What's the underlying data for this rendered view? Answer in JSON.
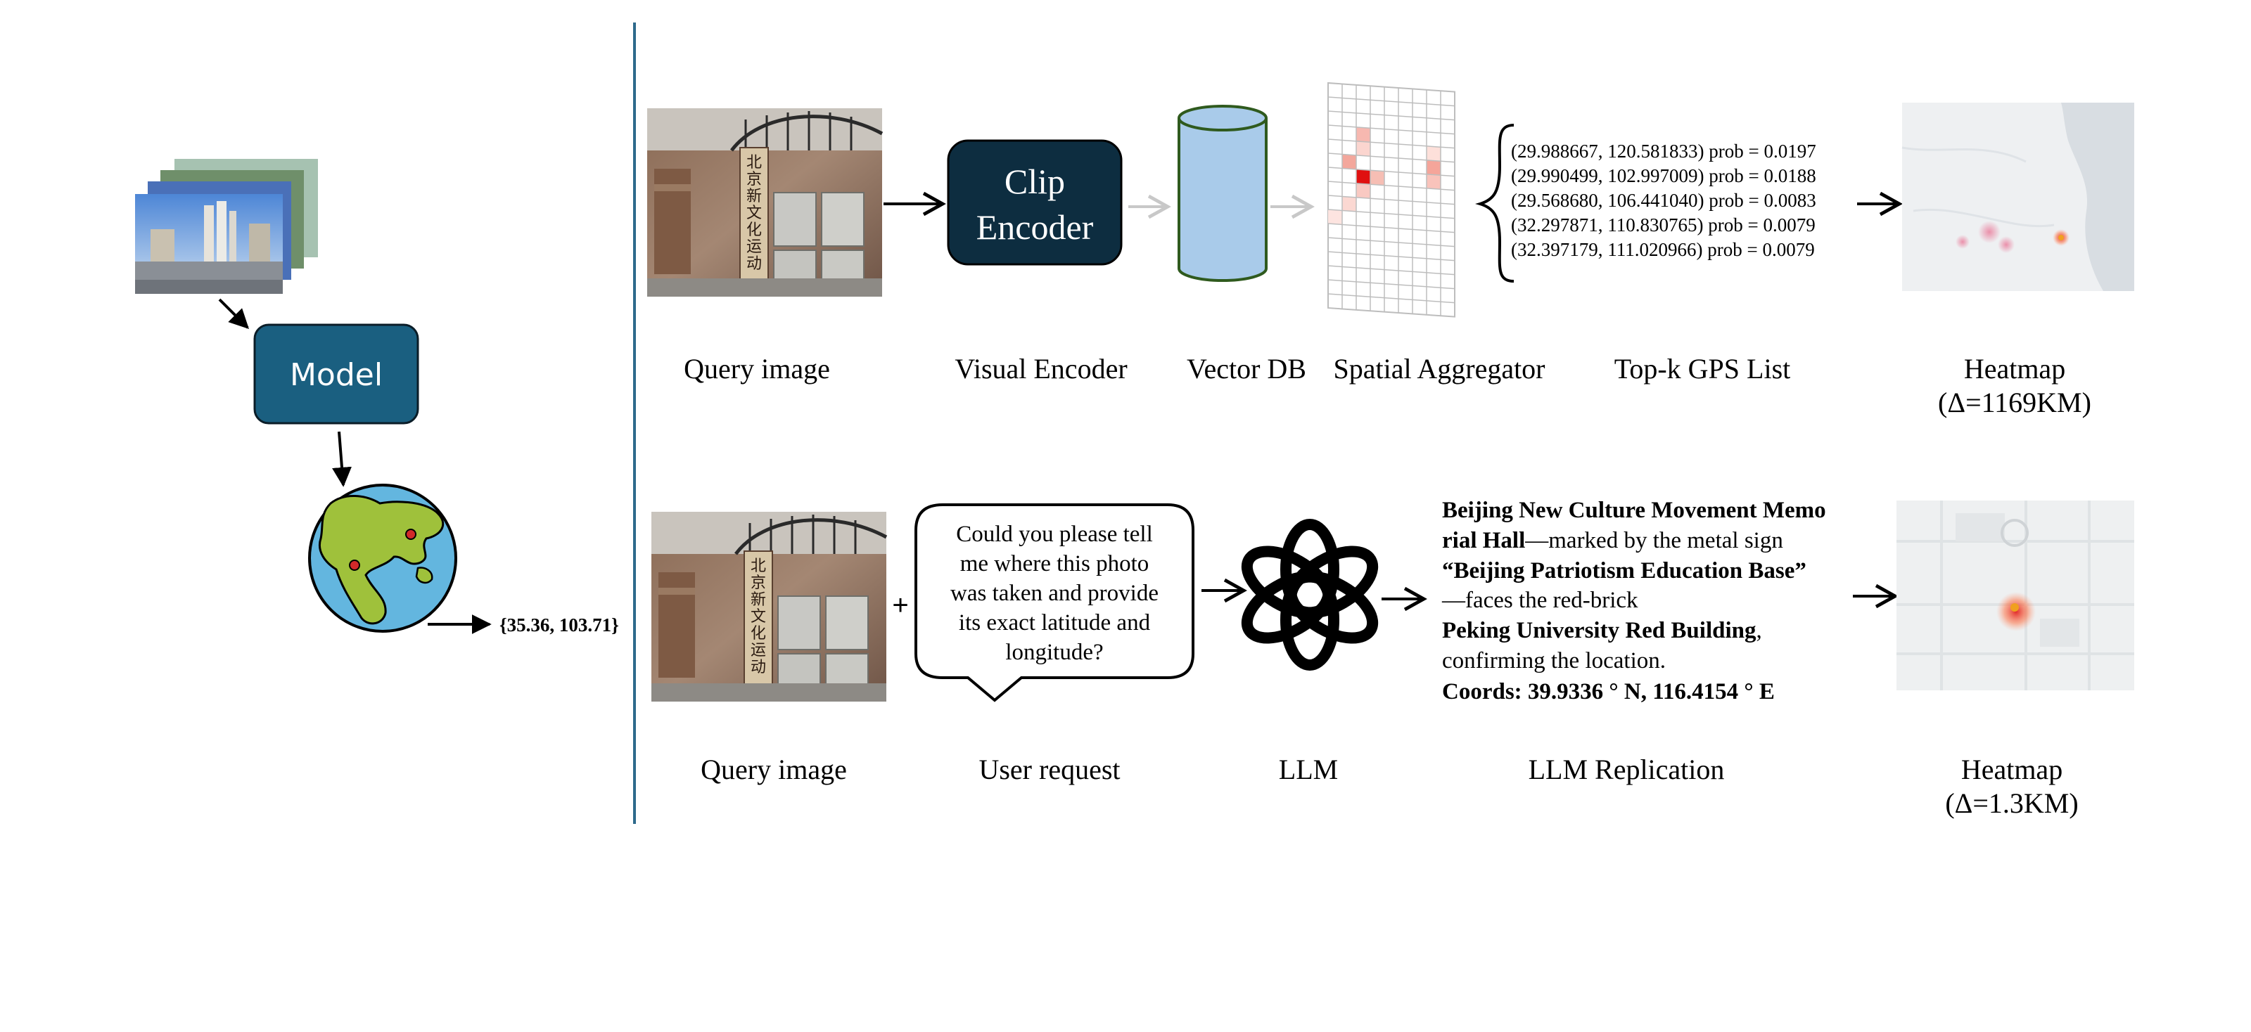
{
  "left_panel": {
    "model_label": "Model",
    "output_coords": "{35.36, 103.71}"
  },
  "top_row": {
    "labels": {
      "query_image": "Query image",
      "visual_encoder": "Visual Encoder",
      "vector_db": "Vector DB",
      "spatial_aggregator": "Spatial Aggregator",
      "topk_list": "Top-k GPS List",
      "heatmap": "Heatmap",
      "heatmap_error": "(Δ=1169KM)"
    },
    "clip_box": {
      "line1": "Clip",
      "line2": "Encoder"
    },
    "gps_list": [
      "(29.988667, 120.581833)  prob = 0.0197",
      "(29.990499, 102.997009)  prob = 0.0188",
      "(29.568680, 106.441040)  prob = 0.0083",
      "(32.297871, 110.830765)  prob = 0.0079",
      "(32.397179, 111.020966)  prob = 0.0079"
    ]
  },
  "bottom_row": {
    "labels": {
      "query_image": "Query image",
      "user_request": "User request",
      "llm": "LLM",
      "llm_reply": "LLM Replication",
      "heatmap": "Heatmap",
      "heatmap_error": "(Δ=1.3KM)"
    },
    "plus": "+",
    "request_lines": [
      "Could you please tell",
      "me where this photo",
      "was taken and provide",
      "its exact latitude and",
      "longitude?"
    ],
    "reply": {
      "l1_bold": "Beijing New Culture Movement Memo",
      "l2_bold": "rial Hall",
      "l2_rest": "—marked by the metal sign",
      "l3_bold": "“Beijing Patriotism Education Base”",
      "l4": "—faces the red-brick",
      "l5_bold": "Peking University Red Building",
      "l5_rest": ",",
      "l6": "confirming the location.",
      "l7_bold": "Coords: 39.9336 ° N, 116.4154 ° E"
    }
  },
  "colors": {
    "model_box": "#1a5f80",
    "clip_box": "#0d2d40",
    "divider": "#2e6a8c",
    "db_fill": "#a9cbea",
    "db_stroke": "#2f5a1e",
    "grey_arrow": "#c8c8c8",
    "heat_red": "#e02020"
  }
}
